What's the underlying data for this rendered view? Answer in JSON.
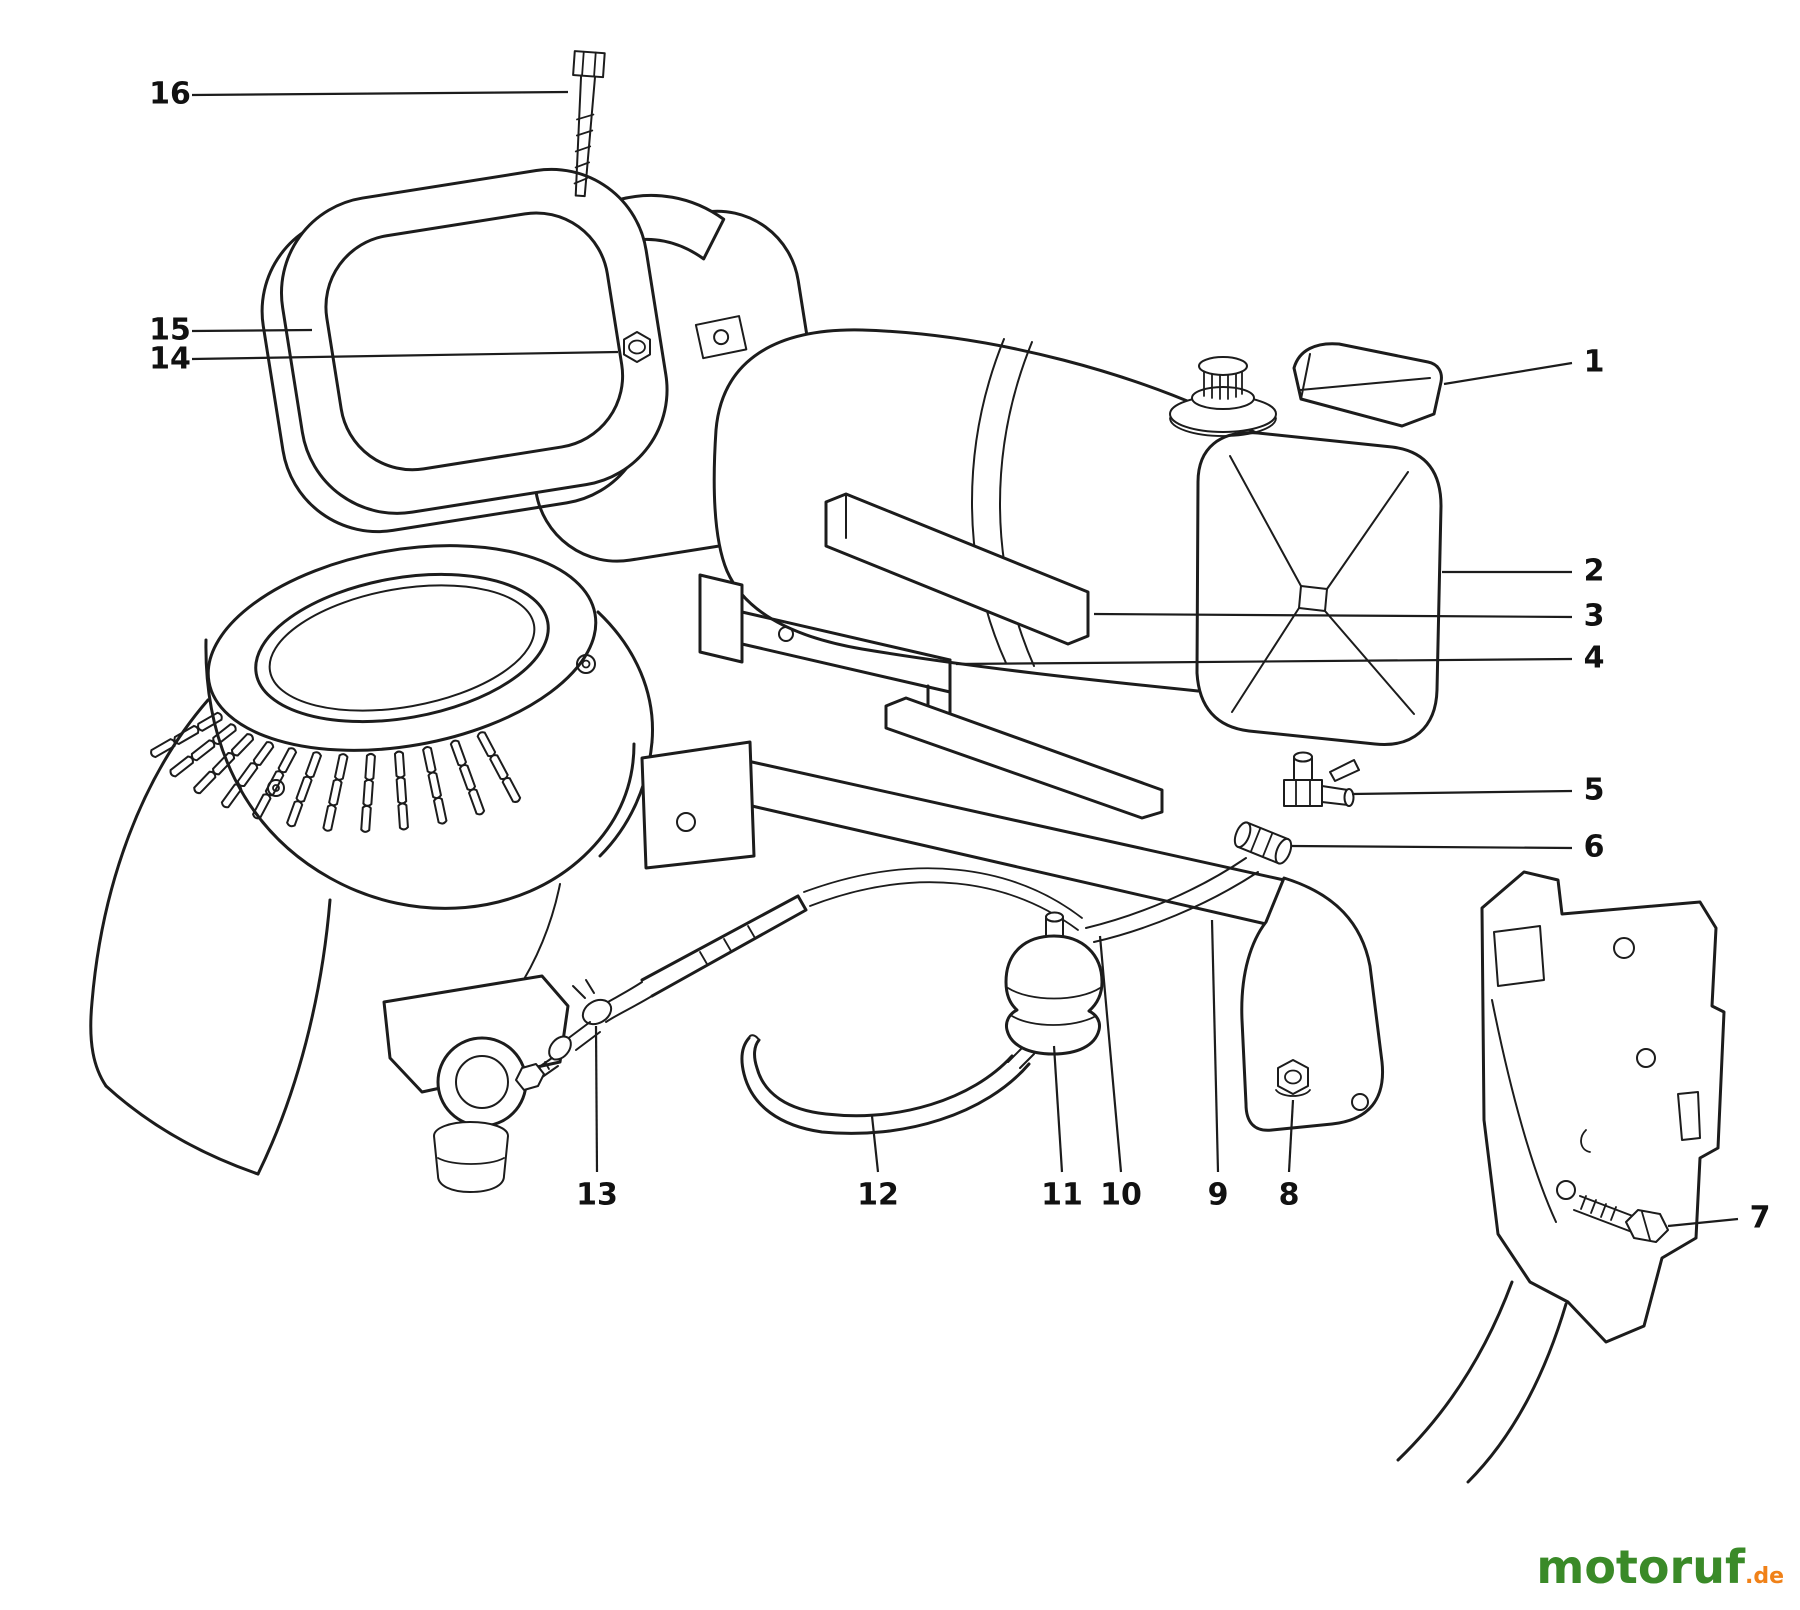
{
  "diagram": {
    "background": "#ffffff",
    "ink": "#1c1c1c"
  },
  "callouts": {
    "c1": {
      "label": "1"
    },
    "c2": {
      "label": "2"
    },
    "c3": {
      "label": "3"
    },
    "c4": {
      "label": "4"
    },
    "c5": {
      "label": "5"
    },
    "c6": {
      "label": "6"
    },
    "c7": {
      "label": "7"
    },
    "c8": {
      "label": "8"
    },
    "c9": {
      "label": "9"
    },
    "c10": {
      "label": "10"
    },
    "c11": {
      "label": "11"
    },
    "c12": {
      "label": "12"
    },
    "c13": {
      "label": "13"
    },
    "c14": {
      "label": "14"
    },
    "c15": {
      "label": "15"
    },
    "c16": {
      "label": "16"
    }
  },
  "watermark": {
    "brand": "motoruf",
    "tld": ".de",
    "brand_color": "#3a8a28",
    "tld_color": "#f08118"
  }
}
